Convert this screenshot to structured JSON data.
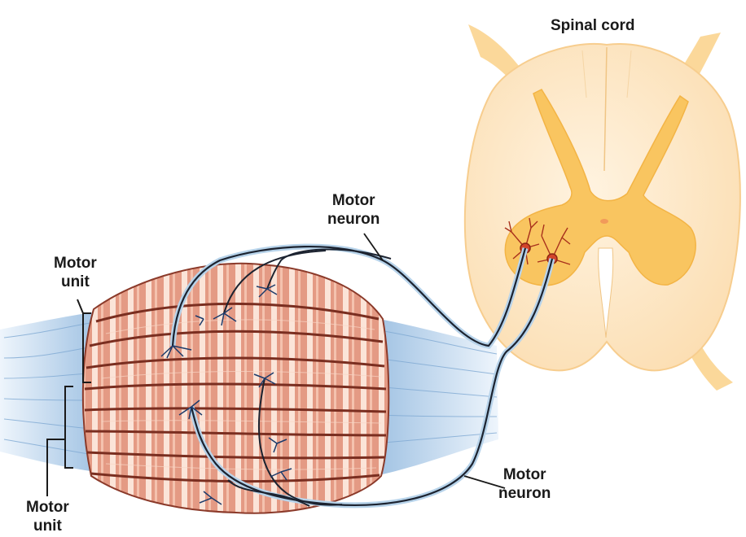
{
  "labels": {
    "spinal_cord": "Spinal cord",
    "motor_neuron_upper": "Motor\nneuron",
    "motor_neuron_lower": "Motor\nneuron",
    "motor_unit_upper": "Motor\nunit",
    "motor_unit_lower": "Motor\nunit"
  },
  "colors": {
    "cord_white_matter": "#fde9c9",
    "cord_gray_matter": "#f9c560",
    "muscle_fiber": "#e6a089",
    "muscle_stripe": "#fbe6dc",
    "fiber_outline": "#8b3a2a",
    "tendon": "#a9c8e6",
    "nerve_dark": "#1c2330",
    "nerve_sheath": "#b7d3ea"
  }
}
